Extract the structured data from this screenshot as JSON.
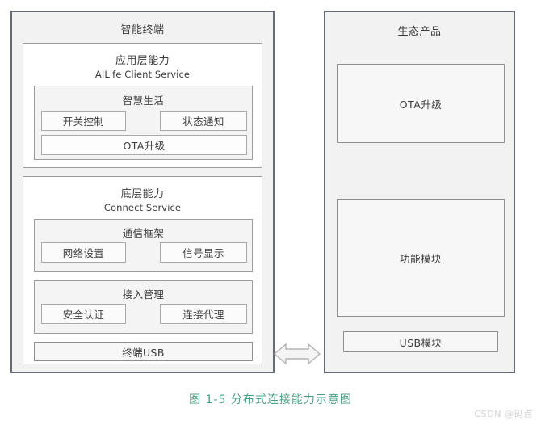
{
  "figure": {
    "caption": "图 1-5 分布式连接能力示意图",
    "watermark": "CSDN @码点",
    "caption_color": "#4f9e85",
    "panel_border_color": "#676a72",
    "panel_fill_color": "#f2f2f2"
  },
  "left_panel": {
    "title": "智能终端",
    "sections": [
      {
        "head": "应用层能力",
        "sub": "AILife Client Service",
        "groups": [
          {
            "title": "智慧生活",
            "chips": [
              "开关控制",
              "状态通知"
            ],
            "wide_chip": "OTA升级"
          }
        ]
      },
      {
        "head": "底层能力",
        "sub": "Connect Service",
        "groups": [
          {
            "title": "通信框架",
            "chips": [
              "网络设置",
              "信号显示"
            ]
          },
          {
            "title": "接入管理",
            "chips": [
              "安全认证",
              "连接代理"
            ]
          }
        ],
        "bus": "终端USB"
      }
    ]
  },
  "connector": {
    "name": "double-arrow",
    "direction": "bidirectional"
  },
  "right_panel": {
    "title": "生态产品",
    "blocks": [
      "OTA升级",
      "功能模块"
    ],
    "bus": "USB模块"
  }
}
